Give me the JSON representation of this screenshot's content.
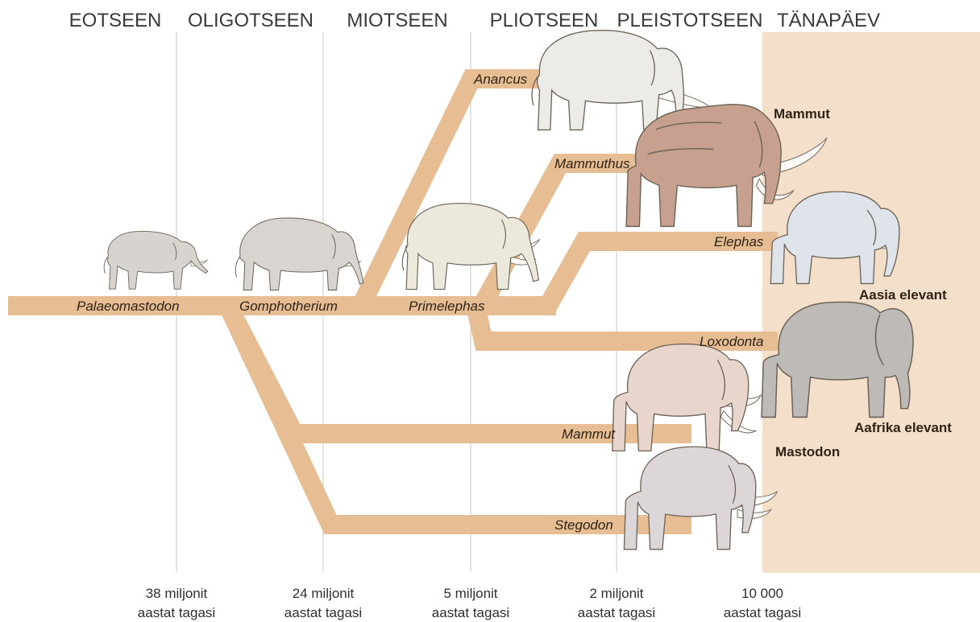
{
  "eras": {
    "eocene": "EOTSEEN",
    "oligocene": "OLIGOTSEEN",
    "miocene": "MIOTSEEN",
    "pliocene": "PLIOTSEEN",
    "pleistocene": "PLEISTOTSEEN",
    "present": "TÄNAPÄEV"
  },
  "species": {
    "palaeomastodon": "Palaeomastodon",
    "gomphotherium": "Gomphotherium",
    "primelephas": "Primelephas",
    "anancus": "Anancus",
    "mammuthus": "Mammuthus",
    "elephas": "Elephas",
    "loxodonta": "Loxodonta",
    "mammut": "Mammut",
    "stegodon": "Stegodon"
  },
  "modern_names": {
    "mammoth": "Mammut",
    "asian": "Aasia elevant",
    "african": "Aafrika elevant",
    "mastodon": "Mastodon"
  },
  "time_labels": [
    {
      "line1": "38 miljonit",
      "line2": "aastat tagasi"
    },
    {
      "line1": "24 miljonit",
      "line2": "aastat tagasi"
    },
    {
      "line1": "5 miljonit",
      "line2": "aastat tagasi"
    },
    {
      "line1": "2 miljonit",
      "line2": "aastat tagasi"
    },
    {
      "line1": "10 000",
      "line2": "aastat tagasi"
    }
  ],
  "colors": {
    "band": "#e7bd94",
    "present_panel": "#f4dfca",
    "gridline": "#c7c7c7",
    "mammoth_fur": "#c8a08f"
  }
}
